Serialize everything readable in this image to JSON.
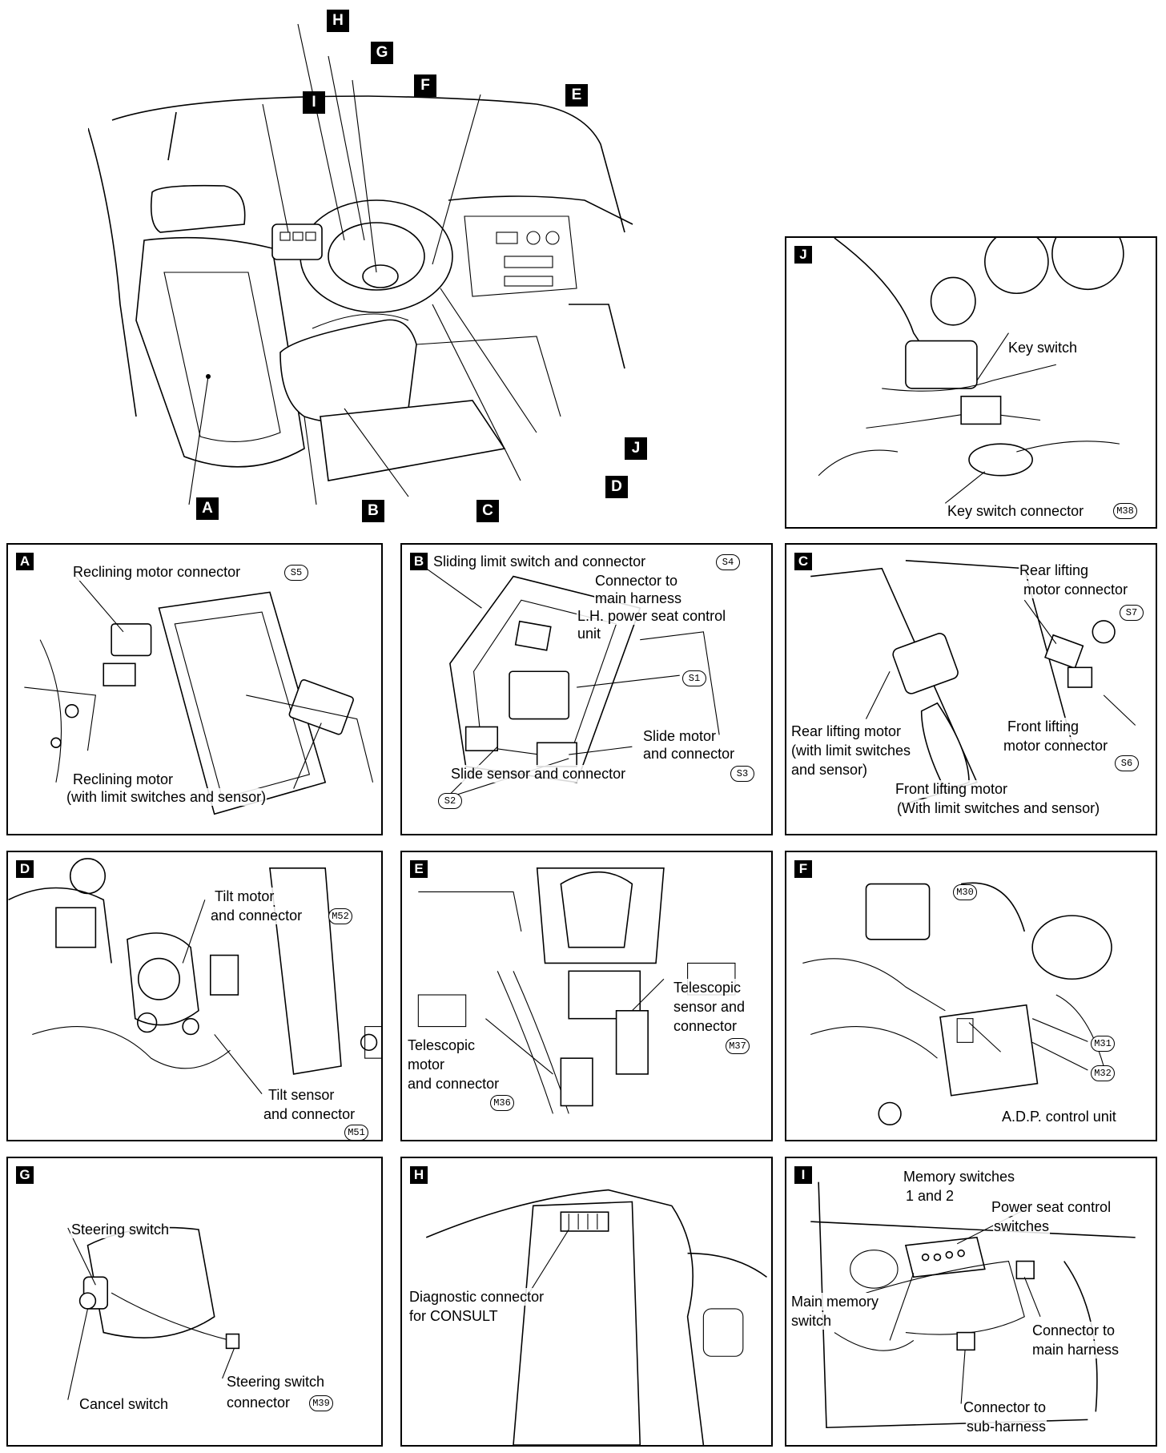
{
  "overview": {
    "callouts": [
      "H",
      "G",
      "F",
      "E",
      "I",
      "J",
      "D",
      "C",
      "B",
      "A"
    ]
  },
  "panels": {
    "J": {
      "badge": "J",
      "labels": {
        "key_switch": "Key switch",
        "key_switch_connector": "Key switch connector"
      },
      "codes": {
        "m38": "M38"
      }
    },
    "A": {
      "badge": "A",
      "labels": {
        "reclining_connector": "Reclining motor connector",
        "reclining_motor_1": "Reclining motor",
        "reclining_motor_2": "(with limit switches and sensor)"
      },
      "codes": {
        "s5": "S5"
      }
    },
    "B": {
      "badge": "B",
      "labels": {
        "sliding_limit": "Sliding limit switch and connector",
        "conn_main_1": "Connector to",
        "conn_main_2": "main harness",
        "lh_unit_1": "L.H. power seat control",
        "lh_unit_2": "unit",
        "slide_motor_1": "Slide motor",
        "slide_motor_2": "and connector",
        "slide_sensor": "Slide sensor and connector"
      },
      "codes": {
        "s4": "S4",
        "s1": "S1",
        "s3": "S3",
        "s2": "S2"
      }
    },
    "C": {
      "badge": "C",
      "labels": {
        "rear_lift_1": "Rear lifting",
        "rear_lift_2": "motor connector",
        "rear_motor_1": "Rear lifting motor",
        "rear_motor_2": "(with limit switches",
        "rear_motor_3": "and sensor)",
        "front_lift_1": "Front lifting",
        "front_lift_2": "motor connector",
        "front_motor_1": "Front lifting motor",
        "front_motor_2": "(With limit switches and sensor)"
      },
      "codes": {
        "s7": "S7",
        "s6": "S6"
      }
    },
    "D": {
      "badge": "D",
      "labels": {
        "tilt_motor_1": "Tilt motor",
        "tilt_motor_2": "and connector",
        "tilt_sensor_1": "Tilt sensor",
        "tilt_sensor_2": "and connector"
      },
      "codes": {
        "m52": "M52",
        "m51": "M51"
      }
    },
    "E": {
      "badge": "E",
      "labels": {
        "tele_sensor_1": "Telescopic",
        "tele_sensor_2": "sensor and",
        "tele_sensor_3": "connector",
        "tele_motor_1": "Telescopic",
        "tele_motor_2": "motor",
        "tele_motor_3": "and connector"
      },
      "codes": {
        "m37": "M37",
        "m36": "M36"
      }
    },
    "F": {
      "badge": "F",
      "labels": {
        "adp_unit": "A.D.P. control unit"
      },
      "codes": {
        "m30": "M30",
        "m31": "M31",
        "m32": "M32"
      }
    },
    "G": {
      "badge": "G",
      "labels": {
        "steering_switch": "Steering switch",
        "cancel_switch": "Cancel switch",
        "steering_conn_1": "Steering switch",
        "steering_conn_2": "connector"
      },
      "codes": {
        "m39": "M39"
      }
    },
    "H": {
      "badge": "H",
      "labels": {
        "diag_1": "Diagnostic connector",
        "diag_2": "for CONSULT"
      }
    },
    "I": {
      "badge": "I",
      "labels": {
        "memory_1": "Memory switches",
        "memory_2": "1 and 2",
        "power_seat_1": "Power seat control",
        "power_seat_2": "switches",
        "main_memory_1": "Main memory",
        "main_memory_2": "switch",
        "conn_main_1": "Connector to",
        "conn_main_2": "main harness",
        "conn_sub_1": "Connector to",
        "conn_sub_2": "sub-harness"
      }
    }
  }
}
